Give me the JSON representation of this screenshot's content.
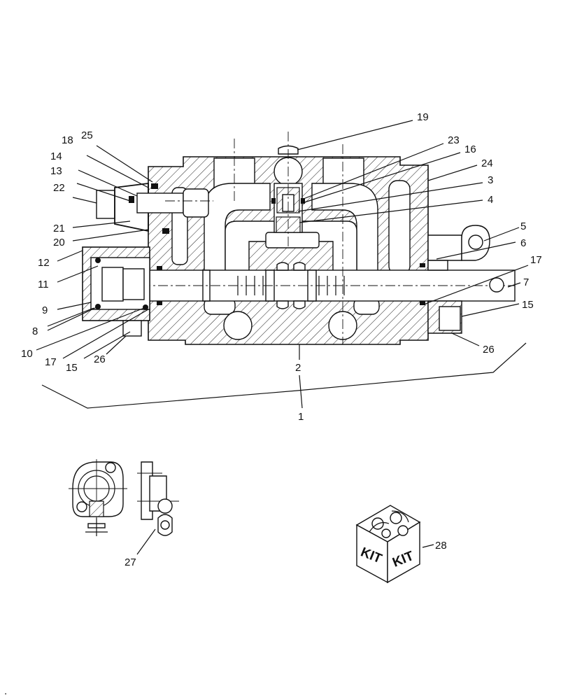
{
  "callouts": {
    "c1": "1",
    "c2": "2",
    "c3": "3",
    "c4": "4",
    "c5": "5",
    "c6": "6",
    "c7": "7",
    "c8": "8",
    "c9": "9",
    "c10": "10",
    "c11": "11",
    "c12": "12",
    "c13": "13",
    "c14": "14",
    "c15a": "15",
    "c15b": "15",
    "c16": "16",
    "c17a": "17",
    "c17b": "17",
    "c18": "18",
    "c19": "19",
    "c20": "20",
    "c21": "21",
    "c22": "22",
    "c23": "23",
    "c24": "24",
    "c25": "25",
    "c26a": "26",
    "c26b": "26",
    "c27": "27",
    "c28": "28"
  },
  "kit_box": {
    "label_left": "KIT",
    "label_right": "KIT"
  },
  "footer_mark": "."
}
